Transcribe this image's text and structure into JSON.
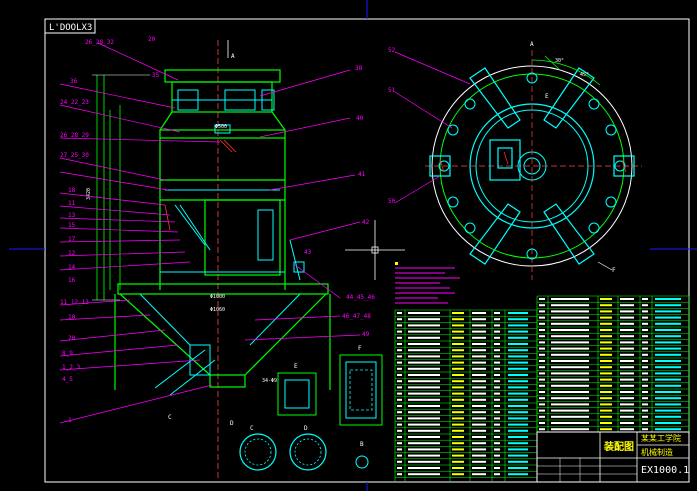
{
  "drawing": {
    "corner_code": "L'DOOLX3",
    "drawing_number": "EX1000.1",
    "title_block_main": "装配图",
    "title_block_company": "某某工学院",
    "title_block_sub": "机械制造"
  },
  "colors": {
    "background": "#000000",
    "frame": "#ffffff",
    "outline_green": "#00ff00",
    "detail_cyan": "#00ffff",
    "callout_magenta": "#ff00ff",
    "dim_white": "#ffffff",
    "red": "#ff0000",
    "yellow": "#ffff00",
    "blue": "#0000ff"
  },
  "views": {
    "top_view_label": "A",
    "section_label": "A",
    "detail_e": "E",
    "detail_f": "F",
    "detail_b": "B",
    "detail_c": "C",
    "detail_d": "D",
    "view_a_arrow": "A"
  },
  "left_callouts": [
    "36",
    "24_22_23",
    "26_28_29",
    "27_25_30",
    "18",
    "11",
    "13",
    "15",
    "17",
    "12",
    "14",
    "16",
    "11_12_13",
    "10",
    "8_9",
    "1_2_3",
    "1",
    "4_5",
    "20"
  ],
  "right_callouts": [
    "35",
    "38",
    "40",
    "41",
    "42",
    "43",
    "44_45_46",
    "46_47_48",
    "49"
  ],
  "top_view_callouts": [
    "52",
    "51",
    "50"
  ],
  "misc_labels": [
    "ΣΕΞ",
    "34-Φ9"
  ]
}
